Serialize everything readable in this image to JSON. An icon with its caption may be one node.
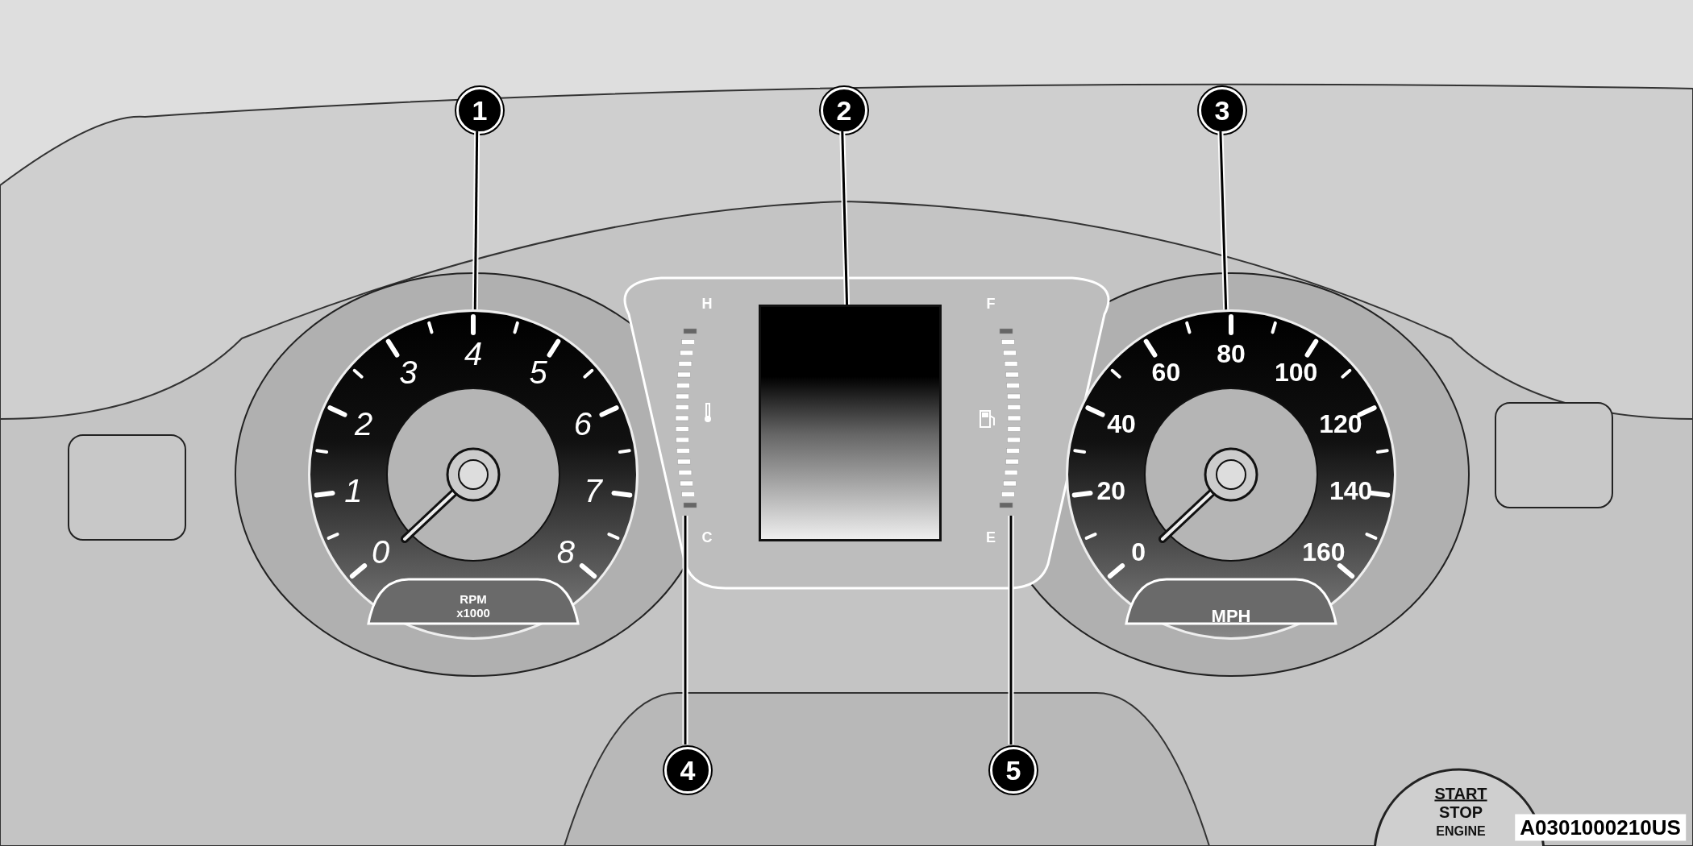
{
  "diagram": {
    "nodes": [
      {
        "text": [
          "1"
        ]
      },
      {
        "text": [
          "2"
        ]
      },
      {
        "text": [
          "3"
        ]
      },
      {
        "text": [
          "4"
        ]
      },
      {
        "text": [
          "5"
        ]
      },
      {
        "text": [],
        "shape": "circle"
      },
      {
        "text": [],
        "shape": "box"
      },
      {
        "text": [],
        "shape": "circle"
      },
      {
        "text": [],
        "shape": "bar"
      },
      {
        "text": [],
        "shape": "bar"
      }
    ],
    "edges": [
      {
        "from": 0,
        "to": 5,
        "arrow": "none"
      },
      {
        "from": 1,
        "to": 6,
        "arrow": "none"
      },
      {
        "from": 2,
        "to": 7,
        "arrow": "none"
      },
      {
        "from": 3,
        "to": 8,
        "arrow": "none"
      },
      {
        "from": 4,
        "to": 9,
        "arrow": "none"
      }
    ],
    "labels": [
      "0",
      "1",
      "2",
      "3",
      "4",
      "5",
      "6",
      "7",
      "8",
      "RPM x1000",
      "0",
      "20",
      "40",
      "60",
      "80",
      "100",
      "120",
      "140",
      "160",
      "MPH",
      "H",
      "C",
      "F",
      "E",
      "START",
      "STOP",
      "ENGINE",
      "A0301000210US"
    ]
  }
}
